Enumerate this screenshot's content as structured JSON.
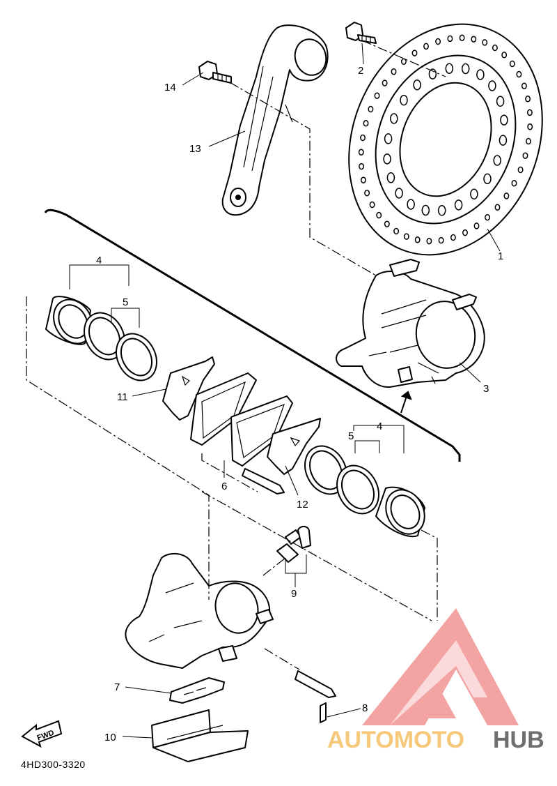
{
  "diagram_code": "4HD300-3320",
  "callouts": {
    "c1": "1",
    "c2": "2",
    "c3": "3",
    "c4a": "4",
    "c4b": "4",
    "c5a": "5",
    "c5b": "5",
    "c6": "6",
    "c7": "7",
    "c8": "8",
    "c9": "9",
    "c10": "10",
    "c11": "11",
    "c12": "12",
    "c13": "13",
    "c14": "14"
  },
  "direction_label": "FWD",
  "watermark": {
    "part1": "AUTOMOTO",
    "part2": "HUB",
    "color_primary": "#f39a9a",
    "color_secondary": "#f6c87a",
    "color_dark": "#6e6e6e"
  }
}
